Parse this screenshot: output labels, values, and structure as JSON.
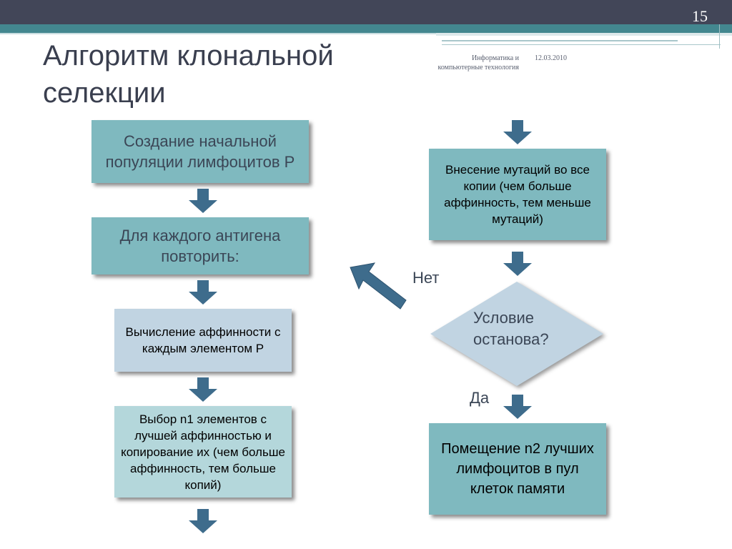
{
  "slide": {
    "page_number": "15",
    "title_line1": "Алгоритм клональной",
    "title_line2": "селекции",
    "footer_subject": "Информатика и компьютерные технология",
    "footer_date": "12.03.2010"
  },
  "flowchart": {
    "init_box": "Создание начальной популяции лимфоцитов P",
    "loop_box": "Для каждого антигена повторить:",
    "affinity_box": "Вычисление аффинности с каждым элементом P",
    "selection_box": "Выбор n1 элементов с лучшей аффинностью и копирование их (чем больше аффинность, тем больше копий)",
    "mutation_box": "Внесение мутаций во все копии (чем больше аффинность, тем меньше мутаций)",
    "condition": "Условие останова?",
    "no_label": "Нет",
    "yes_label": "Да",
    "memory_box": "Помещение n2 лучших лимфоцитов в пул клеток памяти"
  },
  "colors": {
    "header_dark": "#424658",
    "header_teal": "#43878f",
    "box_teal": "#7fb9bf",
    "box_blue": "#c1d4e2",
    "box_light": "#b4d7db",
    "diamond": "#c1d4e2",
    "arrow": "#3e6c8c"
  },
  "icons": [
    "down-arrow-icon",
    "back-arrow-icon"
  ]
}
